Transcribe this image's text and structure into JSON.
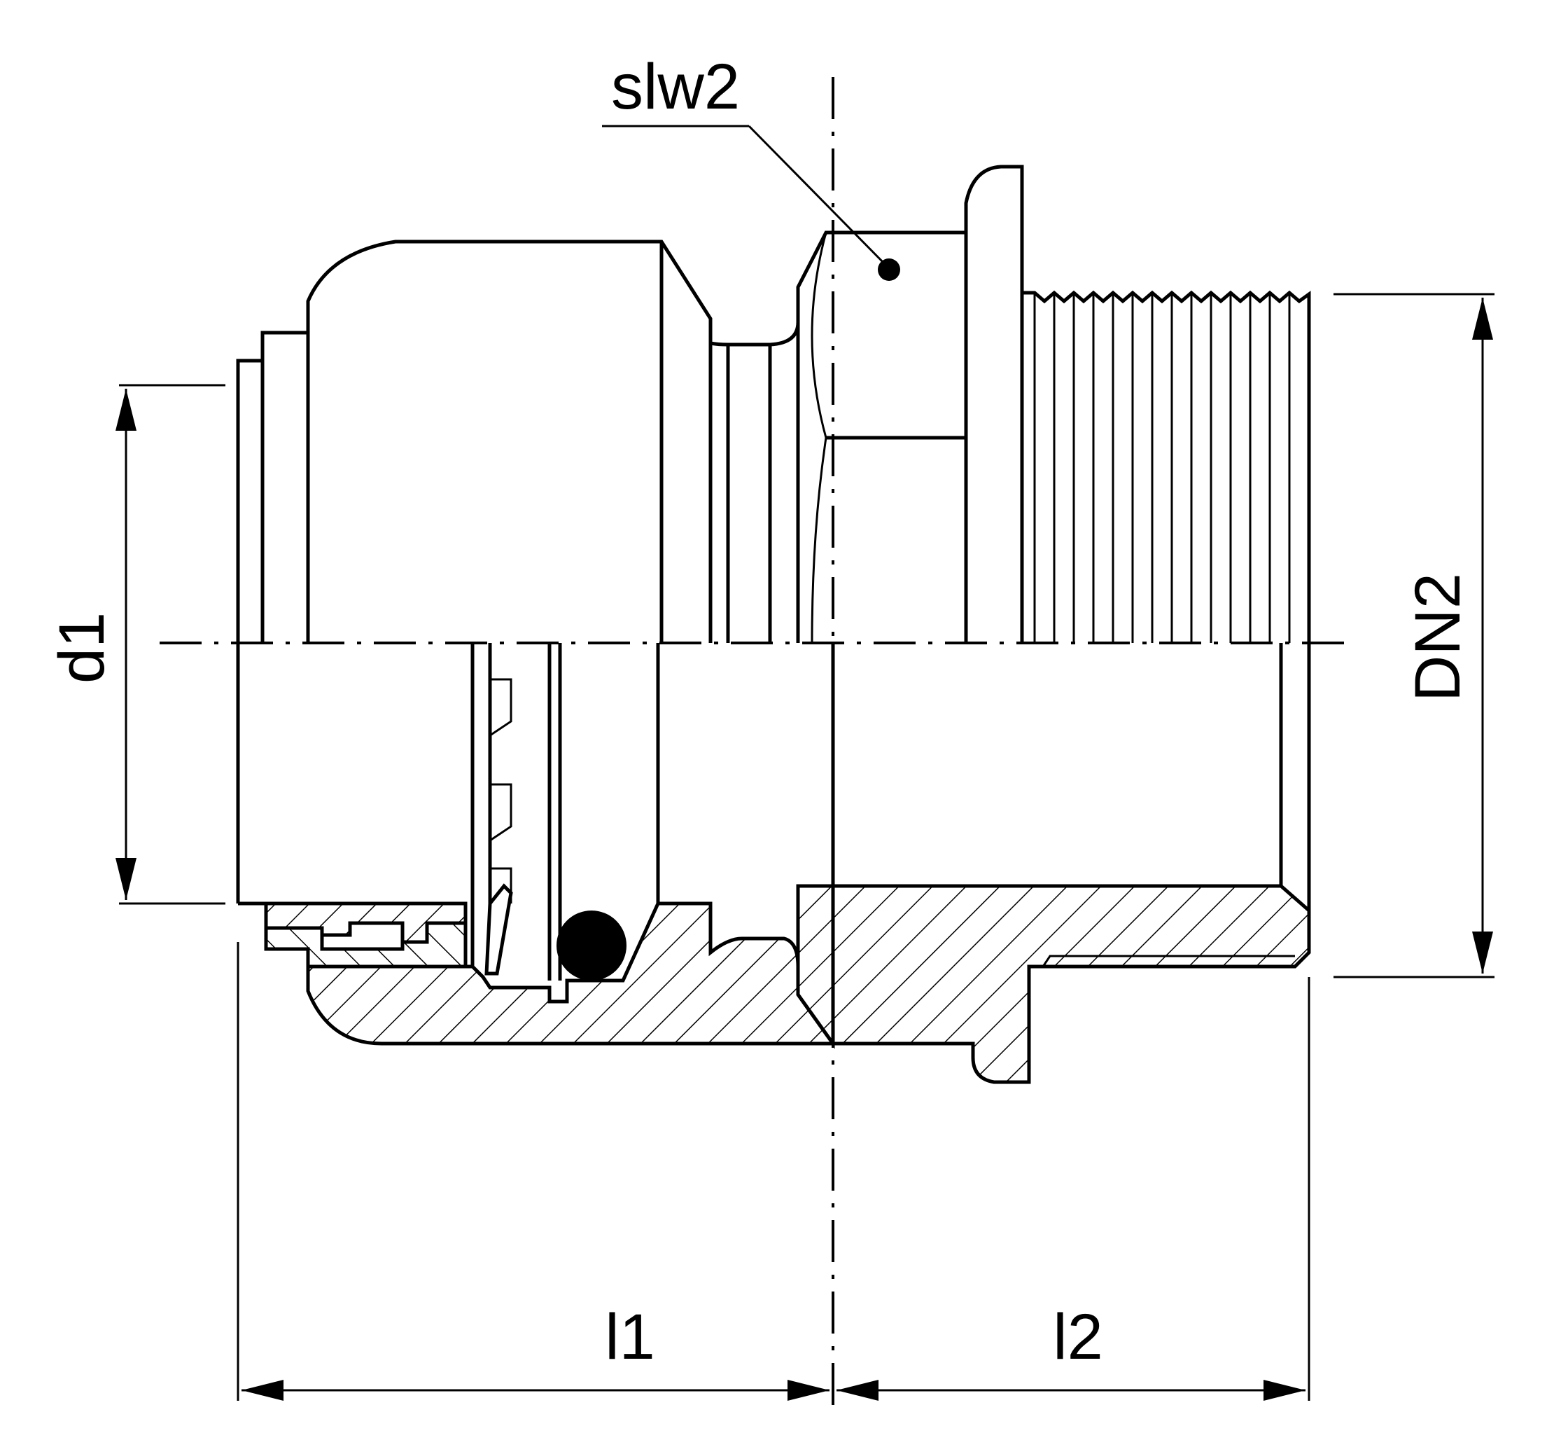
{
  "labels": {
    "wrench_size": "slw2",
    "inner_diameter": "d1",
    "nominal_thread": "DN2",
    "length_1": "l1",
    "length_2": "l2"
  }
}
